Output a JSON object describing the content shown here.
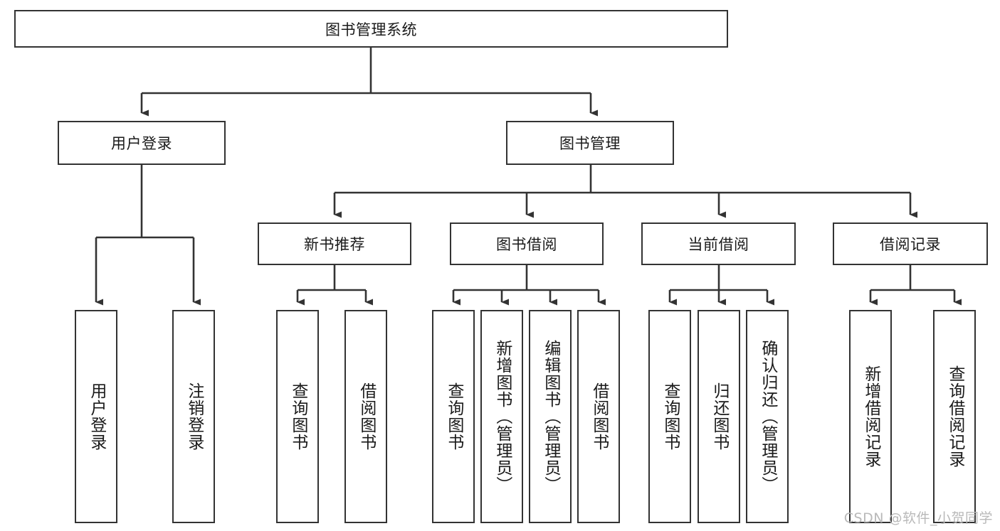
{
  "diagram": {
    "title": "图书管理系统",
    "type": "hierarchy-tree",
    "root": {
      "label": "图书管理系统"
    },
    "level2": [
      {
        "label": "用户登录"
      },
      {
        "label": "图书管理"
      }
    ],
    "level3": [
      {
        "label": "新书推荐"
      },
      {
        "label": "图书借阅"
      },
      {
        "label": "当前借阅"
      },
      {
        "label": "借阅记录"
      }
    ],
    "leaves": {
      "user_login": [
        {
          "label": "用户登录"
        },
        {
          "label": "注销登录"
        }
      ],
      "new_book_recommend": [
        {
          "label": "查询图书"
        },
        {
          "label": "借阅图书"
        }
      ],
      "book_borrow": [
        {
          "label": "查询图书"
        },
        {
          "label": "新增图书（管理员）"
        },
        {
          "label": "编辑图书（管理员）"
        },
        {
          "label": "借阅图书"
        }
      ],
      "current_borrow": [
        {
          "label": "查询图书"
        },
        {
          "label": "归还图书"
        },
        {
          "label": "确认归还（管理员）"
        }
      ],
      "borrow_record": [
        {
          "label": "新增借阅记录"
        },
        {
          "label": "查询借阅记录"
        }
      ]
    },
    "colors": {
      "stroke": "#333333",
      "fill": "#ffffff",
      "text": "#1a1a1a",
      "watermark": "#b9b9b9"
    }
  },
  "watermark": {
    "text": "CSDN @软件_小贺同学"
  }
}
